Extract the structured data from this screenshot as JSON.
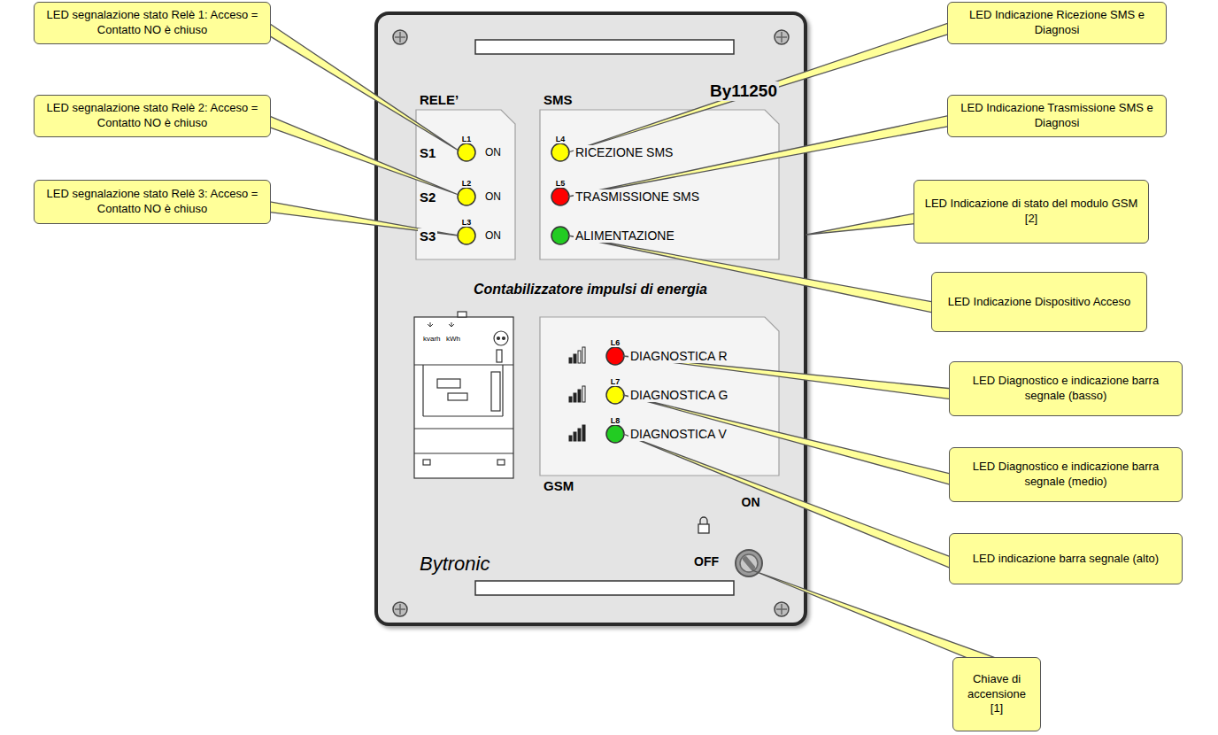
{
  "diagram": {
    "nodes": [
      {
        "text": [
          "LED segnalazione stato Relè 1: Acceso = Contatto NO è chiuso"
        ]
      },
      {
        "text": [
          "LED segnalazione stato Relè 2: Acceso = Contatto NO è chiuso"
        ]
      },
      {
        "text": [
          "LED segnalazione stato Relè 3: Acceso = Contatto NO è chiuso"
        ]
      },
      {
        "text": [
          "LED Indicazione Ricezione SMS e Diagnosi"
        ]
      },
      {
        "text": [
          "LED Indicazione Trasmissione SMS e Diagnosi"
        ]
      },
      {
        "text": [
          "LED Indicazione di stato del modulo GSM [2]"
        ]
      },
      {
        "text": [
          "LED Indicazione Dispositivo Acceso"
        ]
      },
      {
        "text": [
          "LED Diagnostico e indicazione barra segnale (basso)"
        ]
      },
      {
        "text": [
          "LED Diagnostico e indicazione barra segnale (medio)"
        ]
      },
      {
        "text": [
          "LED indicazione barra segnale (alto)"
        ]
      },
      {
        "text": [
          "Chiave di accensione [1]"
        ]
      }
    ],
    "labels": [
      "RELE’",
      "SMS",
      "By11250",
      "L1",
      "S1",
      "ON",
      "L2",
      "S2",
      "ON",
      "L3",
      "S3",
      "ON",
      "L4",
      "RICEZIONE SMS",
      "L5",
      "TRASMISSIONE SMS",
      "ALIMENTAZIONE",
      "Contabilizzatore impulsi di energia",
      "kvarh",
      "kWh",
      "L6",
      "DIAGNOSTICA R",
      "L7",
      "DIAGNOSTICA G",
      "L8",
      "DIAGNOSTICA V",
      "GSM",
      "ON",
      "OFF",
      "Bytronic"
    ]
  }
}
